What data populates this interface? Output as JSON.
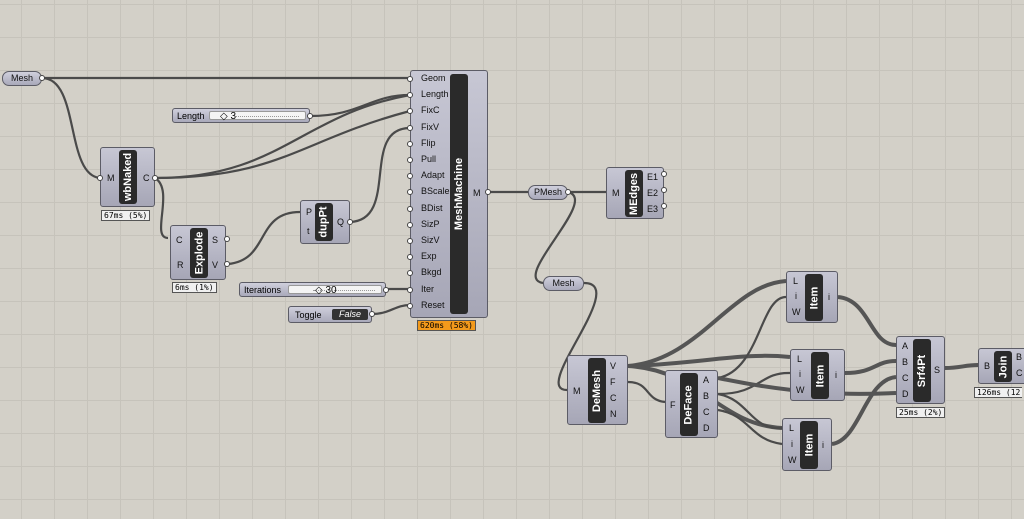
{
  "params": {
    "mesh_top": "Mesh",
    "pmesh": "PMesh",
    "mesh_mid": "Mesh"
  },
  "sliders": {
    "length": {
      "label": "Length",
      "value": "◇ 3"
    },
    "iterations": {
      "label": "Iterations",
      "value": "◇ 30"
    }
  },
  "toggle": {
    "label": "Toggle",
    "value": "False"
  },
  "components": {
    "wbnaked": {
      "title": "wbNaked",
      "inputs": [
        "M"
      ],
      "outputs": [
        "C"
      ],
      "timer": "67ms (5%)"
    },
    "explode": {
      "title": "Explode",
      "inputs": [
        "C",
        "R"
      ],
      "outputs": [
        "S",
        "V"
      ],
      "timer": "6ms (1%)"
    },
    "duppt": {
      "title": "dupPt",
      "inputs": [
        "P",
        "t"
      ],
      "outputs": [
        "Q"
      ]
    },
    "meshmachine": {
      "title": "MeshMachine",
      "inputs": [
        "Geom",
        "Length",
        "FixC",
        "FixV",
        "Flip",
        "Pull",
        "Adapt",
        "BScale",
        "BDist",
        "SizP",
        "SizV",
        "Exp",
        "Bkgd",
        "Iter",
        "Reset"
      ],
      "outputs": [
        "M"
      ],
      "timer": "620ms (58%)"
    },
    "medges": {
      "title": "MEdges",
      "inputs": [
        "M"
      ],
      "outputs": [
        "E1",
        "E2",
        "E3"
      ]
    },
    "demesh": {
      "title": "DeMesh",
      "inputs": [
        "M"
      ],
      "outputs": [
        "V",
        "F",
        "C",
        "N"
      ]
    },
    "deface": {
      "title": "DeFace",
      "inputs": [
        "F"
      ],
      "outputs": [
        "A",
        "B",
        "C",
        "D"
      ]
    },
    "item1": {
      "title": "Item",
      "inputs": [
        "L",
        "i",
        "W"
      ],
      "outputs": [
        "i"
      ]
    },
    "item2": {
      "title": "Item",
      "inputs": [
        "L",
        "i",
        "W"
      ],
      "outputs": [
        "i"
      ]
    },
    "item3": {
      "title": "Item",
      "inputs": [
        "L",
        "i",
        "W"
      ],
      "outputs": [
        "i"
      ]
    },
    "srf4pt": {
      "title": "Srf4Pt",
      "inputs": [
        "A",
        "B",
        "C",
        "D"
      ],
      "outputs": [
        "S"
      ],
      "timer": "25ms (2%)"
    },
    "join": {
      "title": "Join",
      "inputs": [
        "B"
      ],
      "outputs": [
        "B",
        "C"
      ],
      "timer": "126ms (12"
    }
  }
}
